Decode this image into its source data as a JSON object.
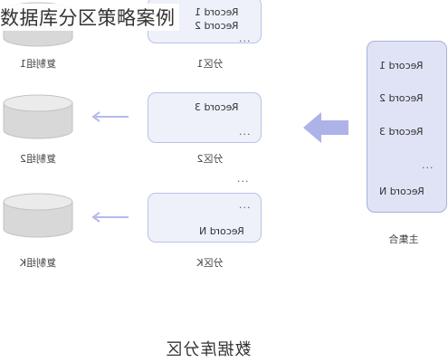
{
  "title": "数据库分区策略案例",
  "replica_labels": [
    "复制组1",
    "复制组2",
    "复制组K"
  ],
  "partition_labels": [
    "分区1",
    "分区2",
    "分区K"
  ],
  "partitions": [
    {
      "records": [
        "Record 1",
        "Record 2"
      ],
      "dots": "..."
    },
    {
      "records": [
        "Record 3"
      ],
      "dots": "..."
    },
    {
      "records": [
        "Record N"
      ],
      "dots": "..."
    }
  ],
  "between_dots": "...",
  "master": {
    "records": [
      "Record 1",
      "Record 2",
      "Record 3",
      "Record N"
    ],
    "dots": "...",
    "label": "主集合"
  },
  "bottom_title": "数据库分区",
  "colors": {
    "box_fill": "#eef1fa",
    "box_border": "#b9c2e8",
    "master_fill": "#dfe3f5",
    "arrow": "#a8b0e6",
    "db_fill": "#d9d9d9"
  }
}
